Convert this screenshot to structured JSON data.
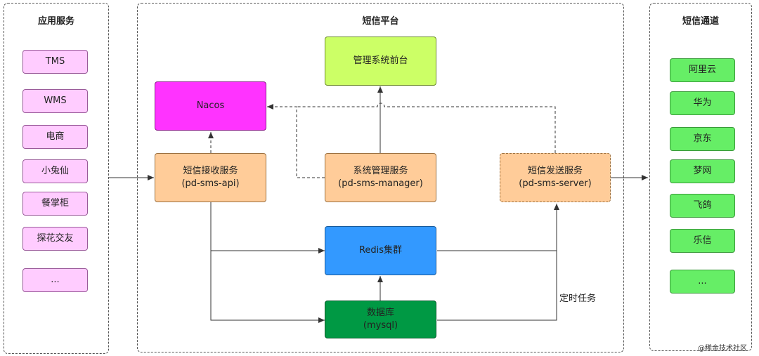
{
  "groups": {
    "apps": "应用服务",
    "platform": "短信平台",
    "channels": "短信通道"
  },
  "apps": [
    "TMS",
    "WMS",
    "电商",
    "小兔仙",
    "餐掌柜",
    "探花交友",
    "..."
  ],
  "channels": [
    "阿里云",
    "华为",
    "京东",
    "梦网",
    "飞鸽",
    "乐信",
    "..."
  ],
  "nodes": {
    "nacos": "Nacos",
    "admin": "管理系统前台",
    "receive": {
      "name": "短信接收服务",
      "module": "(pd-sms-api)"
    },
    "manager": {
      "name": "系统管理服务",
      "module": "(pd-sms-manager)"
    },
    "sender": {
      "name": "短信发送服务",
      "module": "(pd-sms-server)"
    },
    "redis": "Redis集群",
    "db": {
      "name": "数据库",
      "module": "(mysql)"
    }
  },
  "edge_labels": {
    "scheduled": "定时任务"
  },
  "watermark": "@稀金技术社区",
  "colors": {
    "app": "#ffccff",
    "channel": "#66ee66",
    "service": "#ffcc99",
    "nacos": "#ff33ff",
    "admin": "#ccff66",
    "redis": "#3399ff",
    "db": "#009944"
  }
}
